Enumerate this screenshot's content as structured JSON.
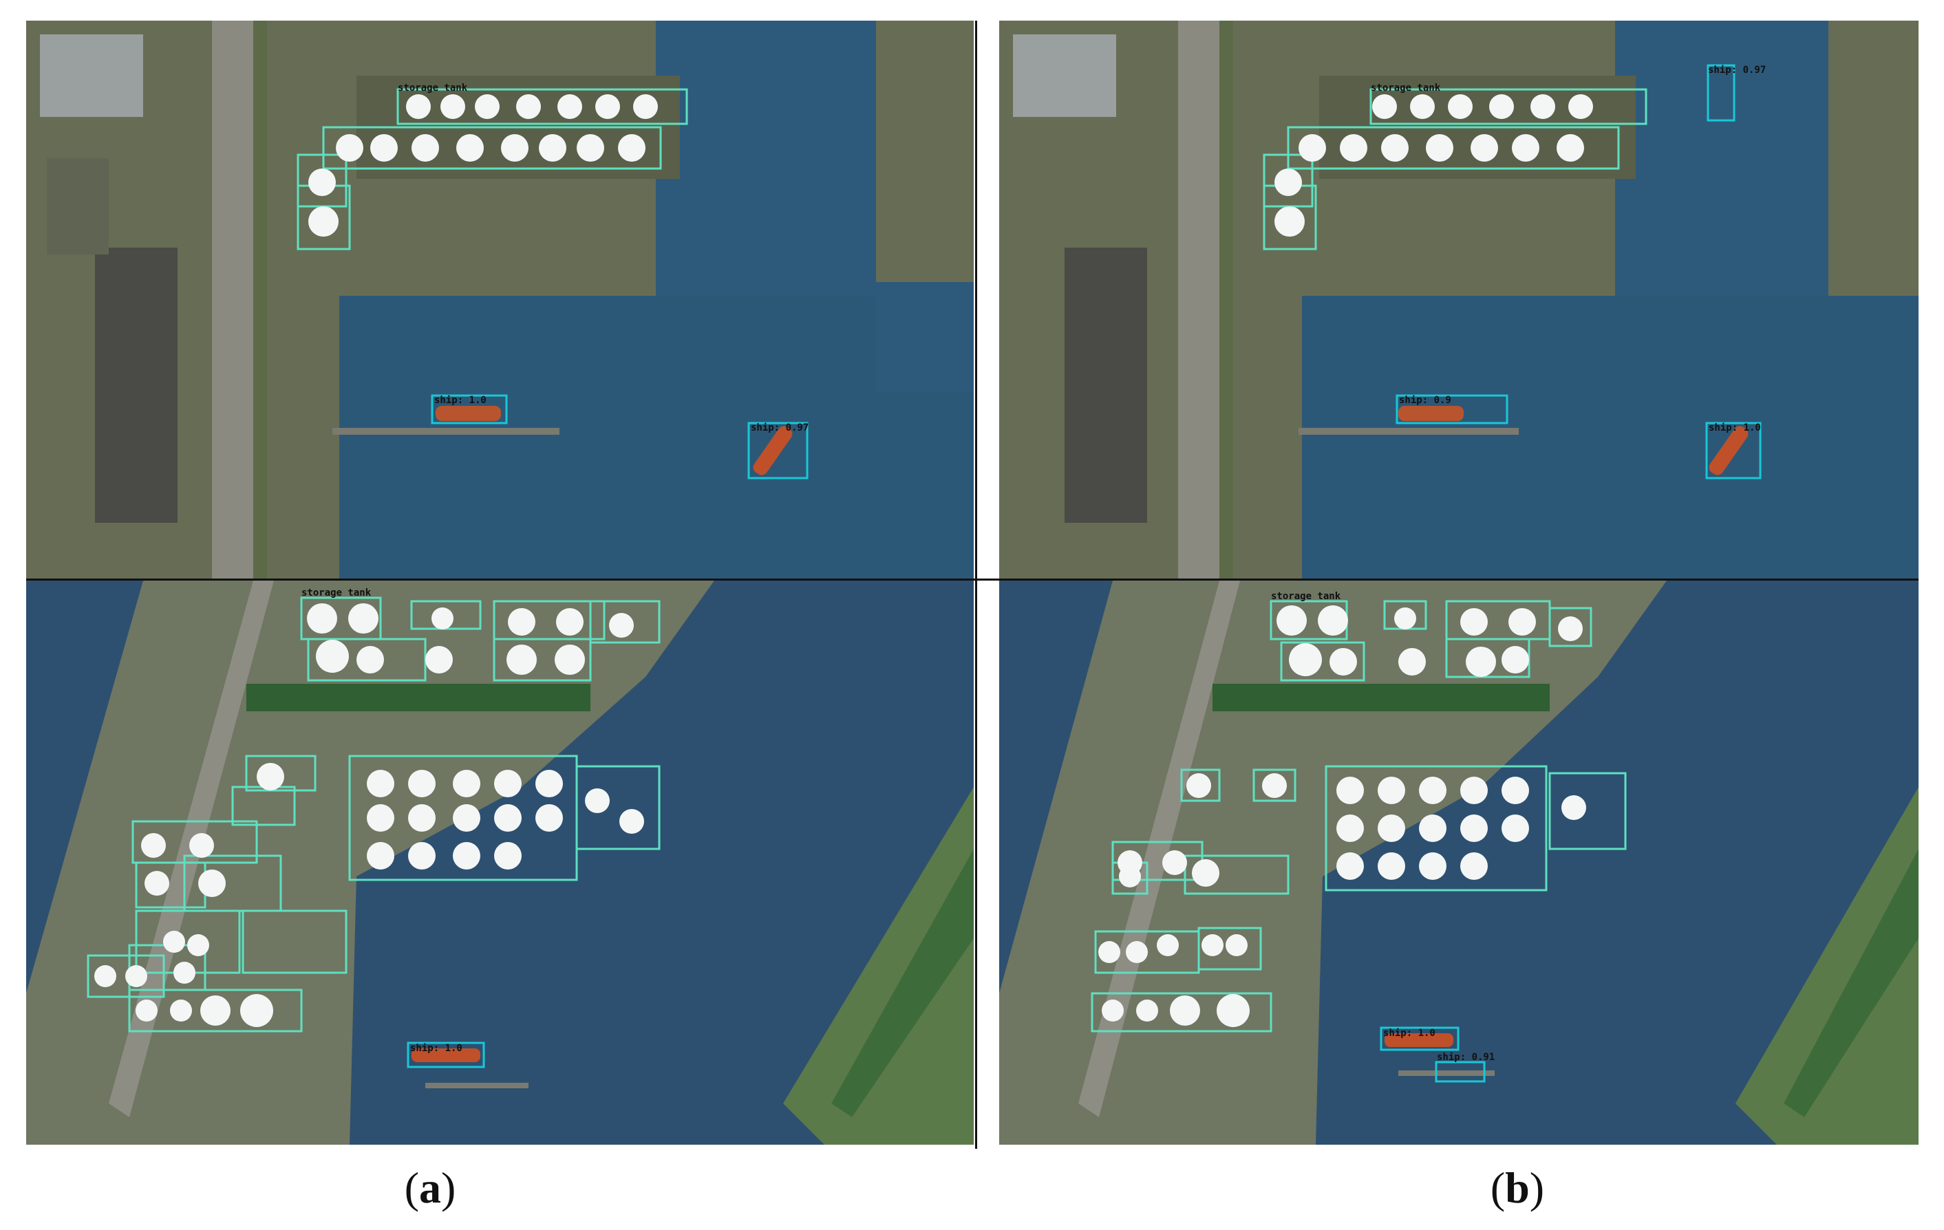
{
  "figure": {
    "captions": [
      {
        "open": "(",
        "letter": "a",
        "close": ")"
      },
      {
        "open": "(",
        "letter": "b",
        "close": ")"
      }
    ]
  },
  "detections": {
    "panel_a_top": {
      "storage_tank_label": "storage tank",
      "ship_labels": [
        "ship: 1.0",
        "ship: 0.97"
      ]
    },
    "panel_b_top": {
      "storage_tank_label": "storage tank",
      "ship_labels": [
        "ship: 0.97",
        "ship: 0.9",
        "ship: 1.0"
      ]
    },
    "panel_a_bottom": {
      "storage_tank_label": "storage tank",
      "ship_labels": [
        "ship: 1.0"
      ]
    },
    "panel_b_bottom": {
      "storage_tank_label": "storage tank",
      "ship_labels": [
        "ship: 1.0",
        "ship: 0.91"
      ]
    }
  },
  "colors": {
    "water": "#2c5878",
    "land": "#6d7258",
    "box_tank": "#5fe0c0",
    "box_ship": "#19c8d6",
    "tank": "#f4f6f6",
    "ship_hull": "#c0502a"
  }
}
